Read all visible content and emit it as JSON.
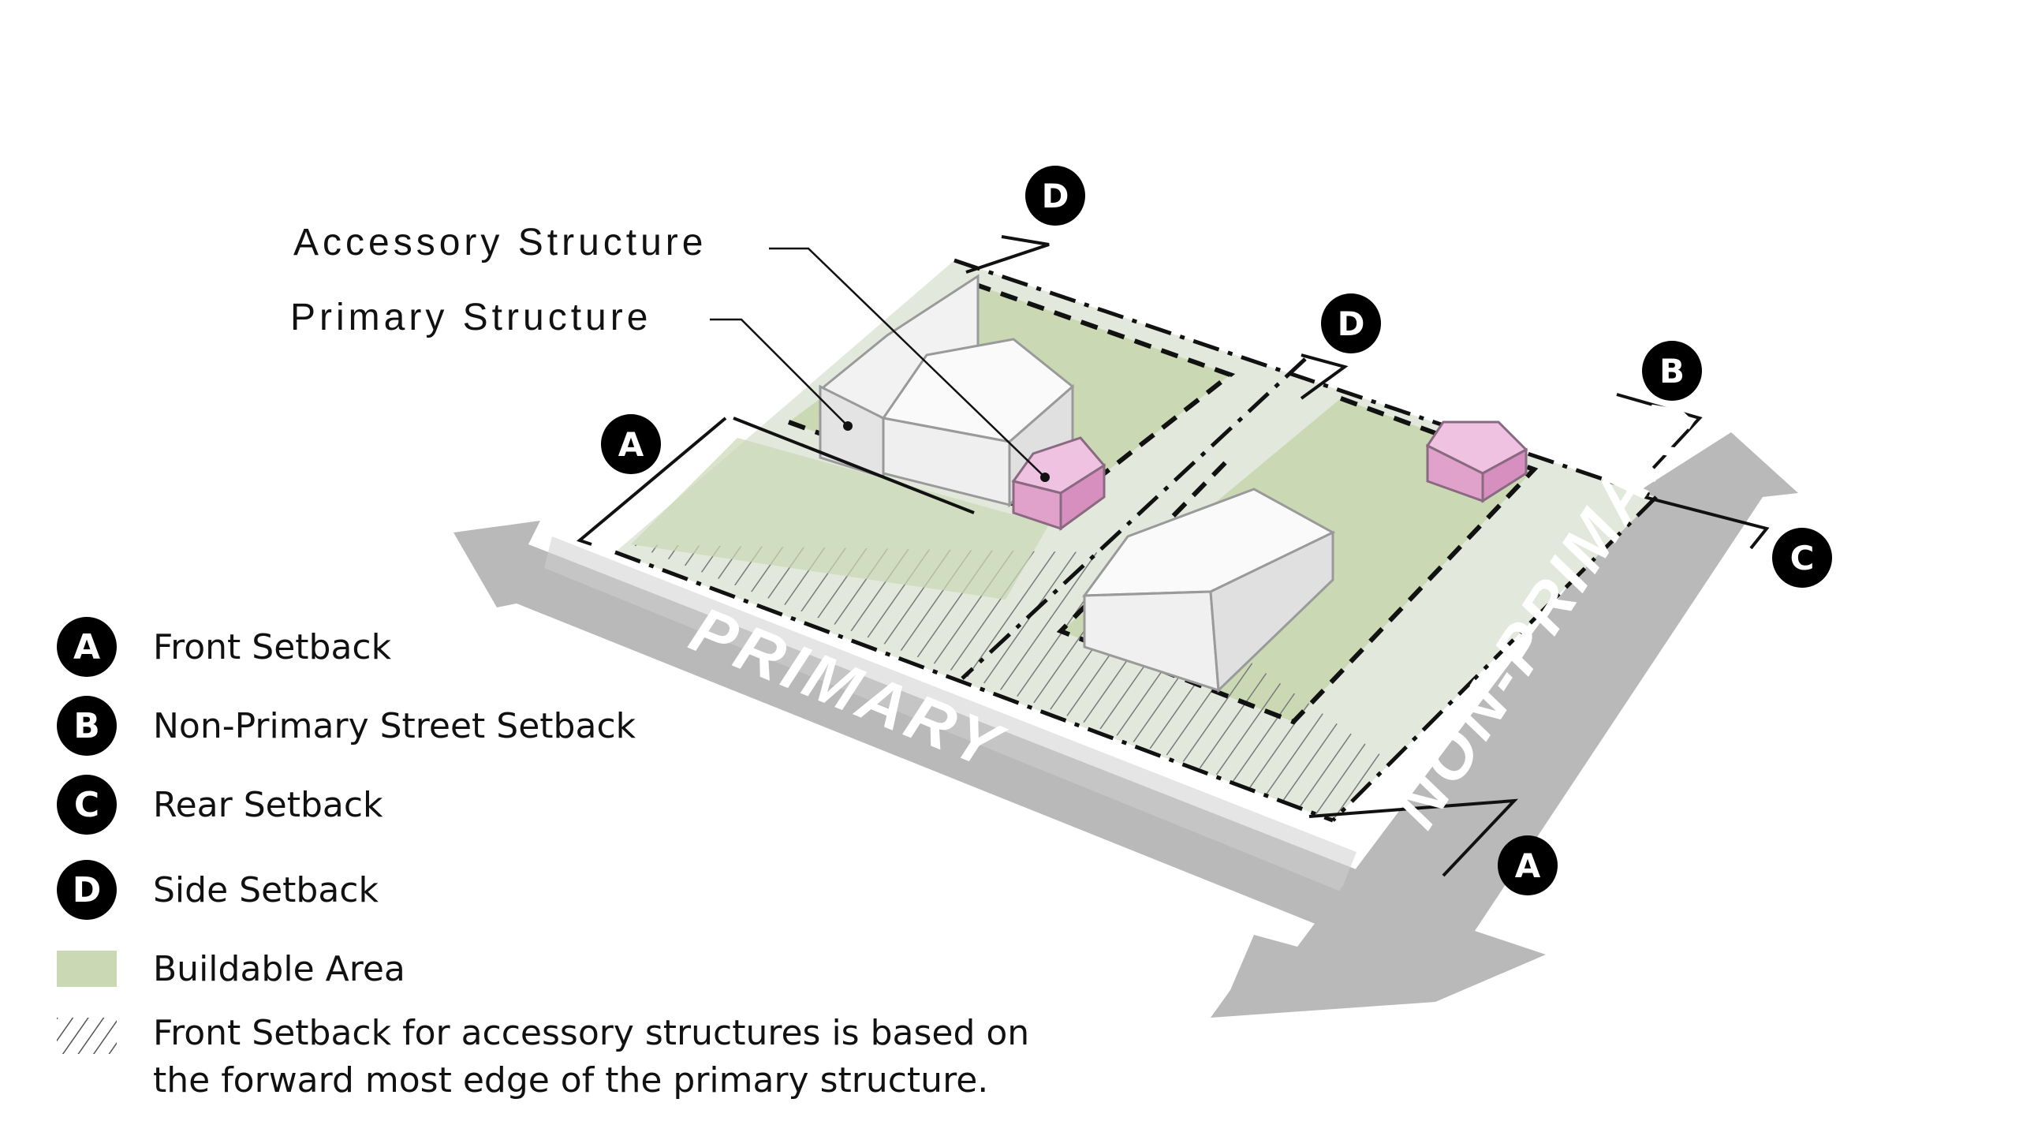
{
  "callouts": {
    "accessory_structure": "Accessory Structure",
    "primary_structure": "Primary Structure"
  },
  "streets": {
    "primary": "PRIMARY",
    "non_primary": "NON-PRIMARY"
  },
  "markers": {
    "a": "A",
    "b": "B",
    "c": "C",
    "d": "D"
  },
  "legend": {
    "items": [
      {
        "badge": "A",
        "label": "Front Setback"
      },
      {
        "badge": "B",
        "label": "Non-Primary Street Setback"
      },
      {
        "badge": "C",
        "label": "Rear Setback"
      },
      {
        "badge": "D",
        "label": "Side Setback"
      }
    ],
    "buildable": "Buildable Area",
    "note_line1": "Front Setback for accessory structures is based on",
    "note_line2": "the forward most edge of the primary structure."
  },
  "colors": {
    "buildable_fill": "#cad9b4",
    "setback_fill": "#e2e8dc",
    "street_gray": "#b9b9b9",
    "accessory_pink": "#e9a8d4",
    "badge_black": "#000000"
  }
}
